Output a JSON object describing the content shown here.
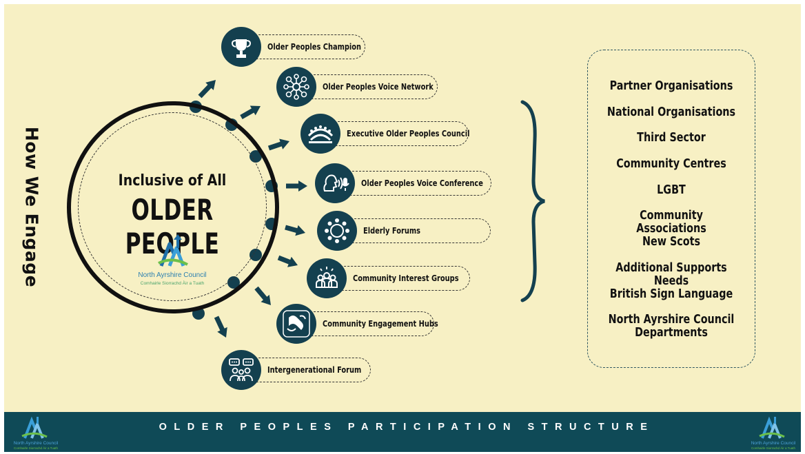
{
  "side_title": "How We Engage",
  "center": {
    "line1": "Inclusive of All",
    "line2": "OLDER PEOPLE",
    "logo_name": "North Ayrshire Council",
    "logo_sub": "Comhairle Siorrachd Àir a Tuath"
  },
  "branches": [
    {
      "label": "Older Peoples Champion",
      "icon": "trophy-icon"
    },
    {
      "label": "Older Peoples Voice Network",
      "icon": "network-icon"
    },
    {
      "label": "Executive Older Peoples Council",
      "icon": "council-chamber-icon"
    },
    {
      "label": "Older Peoples Voice Conference",
      "icon": "voice-conference-icon"
    },
    {
      "label": "Elderly Forums",
      "icon": "forum-circle-icon"
    },
    {
      "label": "Community Interest Groups",
      "icon": "group-icon"
    },
    {
      "label": "Community Engagement Hubs",
      "icon": "hands-hub-icon"
    },
    {
      "label": "Intergenerational Forum",
      "icon": "conversation-icon"
    }
  ],
  "partners": [
    "Partner Organisations",
    "National Organisations",
    "Third Sector",
    "Community Centres",
    "LGBT",
    "Community Associations",
    "New Scots",
    "Additional Supports Needs",
    "British Sign Language",
    "North Ayrshire Council Departments"
  ],
  "footer": {
    "title": "OLDER PEOPLES PARTICIPATION STRUCTURE",
    "logo_name": "North Ayrshire Council",
    "logo_sub": "Comhairle Siorrachd Àir a Tuath"
  },
  "colors": {
    "background": "#f7f0c4",
    "navy": "#14404f",
    "footer": "#0f4a57",
    "text": "#111111"
  }
}
